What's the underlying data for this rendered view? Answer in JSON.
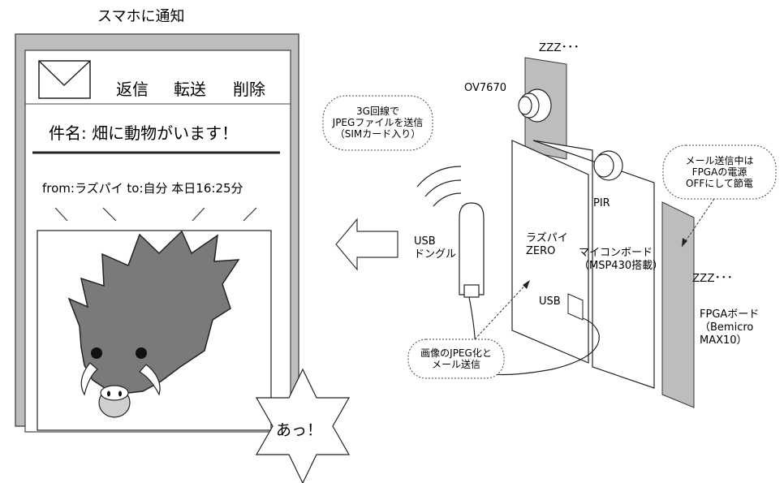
{
  "phone": {
    "title": "スマホに通知",
    "reply_label": "返信",
    "forward_label": "転送",
    "delete_label": "削除",
    "subject": "件名:  畑に動物がいます！",
    "from_line": "from:ラズパイ  to:自分  本日16:25分",
    "exclaim": "あっ！"
  },
  "diagram": {
    "zzz_camera": "ZZZ･･･",
    "zzz_fpga": "ZZZ･･･",
    "camera_label": "OV7670",
    "pir_label": "PIR",
    "network_callout": [
      "3G回線で",
      "JPEGファイルを送信",
      "（SIMカード入り）"
    ],
    "usb_dongle_label": [
      "USB",
      "ドングル"
    ],
    "raspi_label": [
      "ラズパイ",
      "ZERO"
    ],
    "usb_port_label": "USB",
    "mcu_label": [
      "マイコンボード",
      "（MSP430搭載）"
    ],
    "fpga_label": [
      "FPGAボード",
      "（Bemicro",
      "MAX10）"
    ],
    "power_callout": [
      "メール送信中は",
      "FPGAの電源",
      "OFFにして節電"
    ],
    "jpeg_callout": [
      "画像のJPEG化と",
      "メール送信"
    ]
  }
}
